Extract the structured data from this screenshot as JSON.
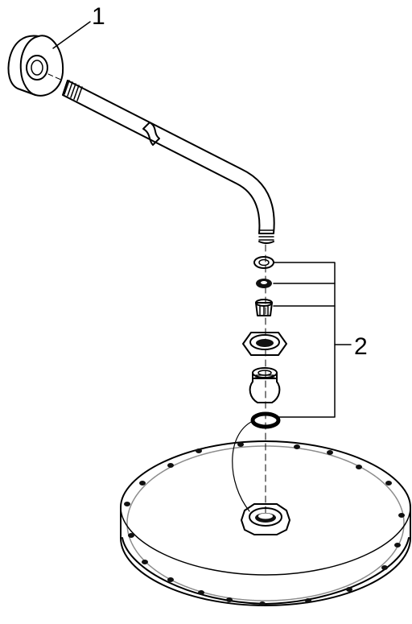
{
  "callouts": [
    {
      "label": "1",
      "part": "flange"
    },
    {
      "label": "2",
      "part": "seal-kit"
    }
  ],
  "colors": {
    "stroke": "#000000",
    "fill": "#ffffff",
    "dark": "#111111"
  }
}
